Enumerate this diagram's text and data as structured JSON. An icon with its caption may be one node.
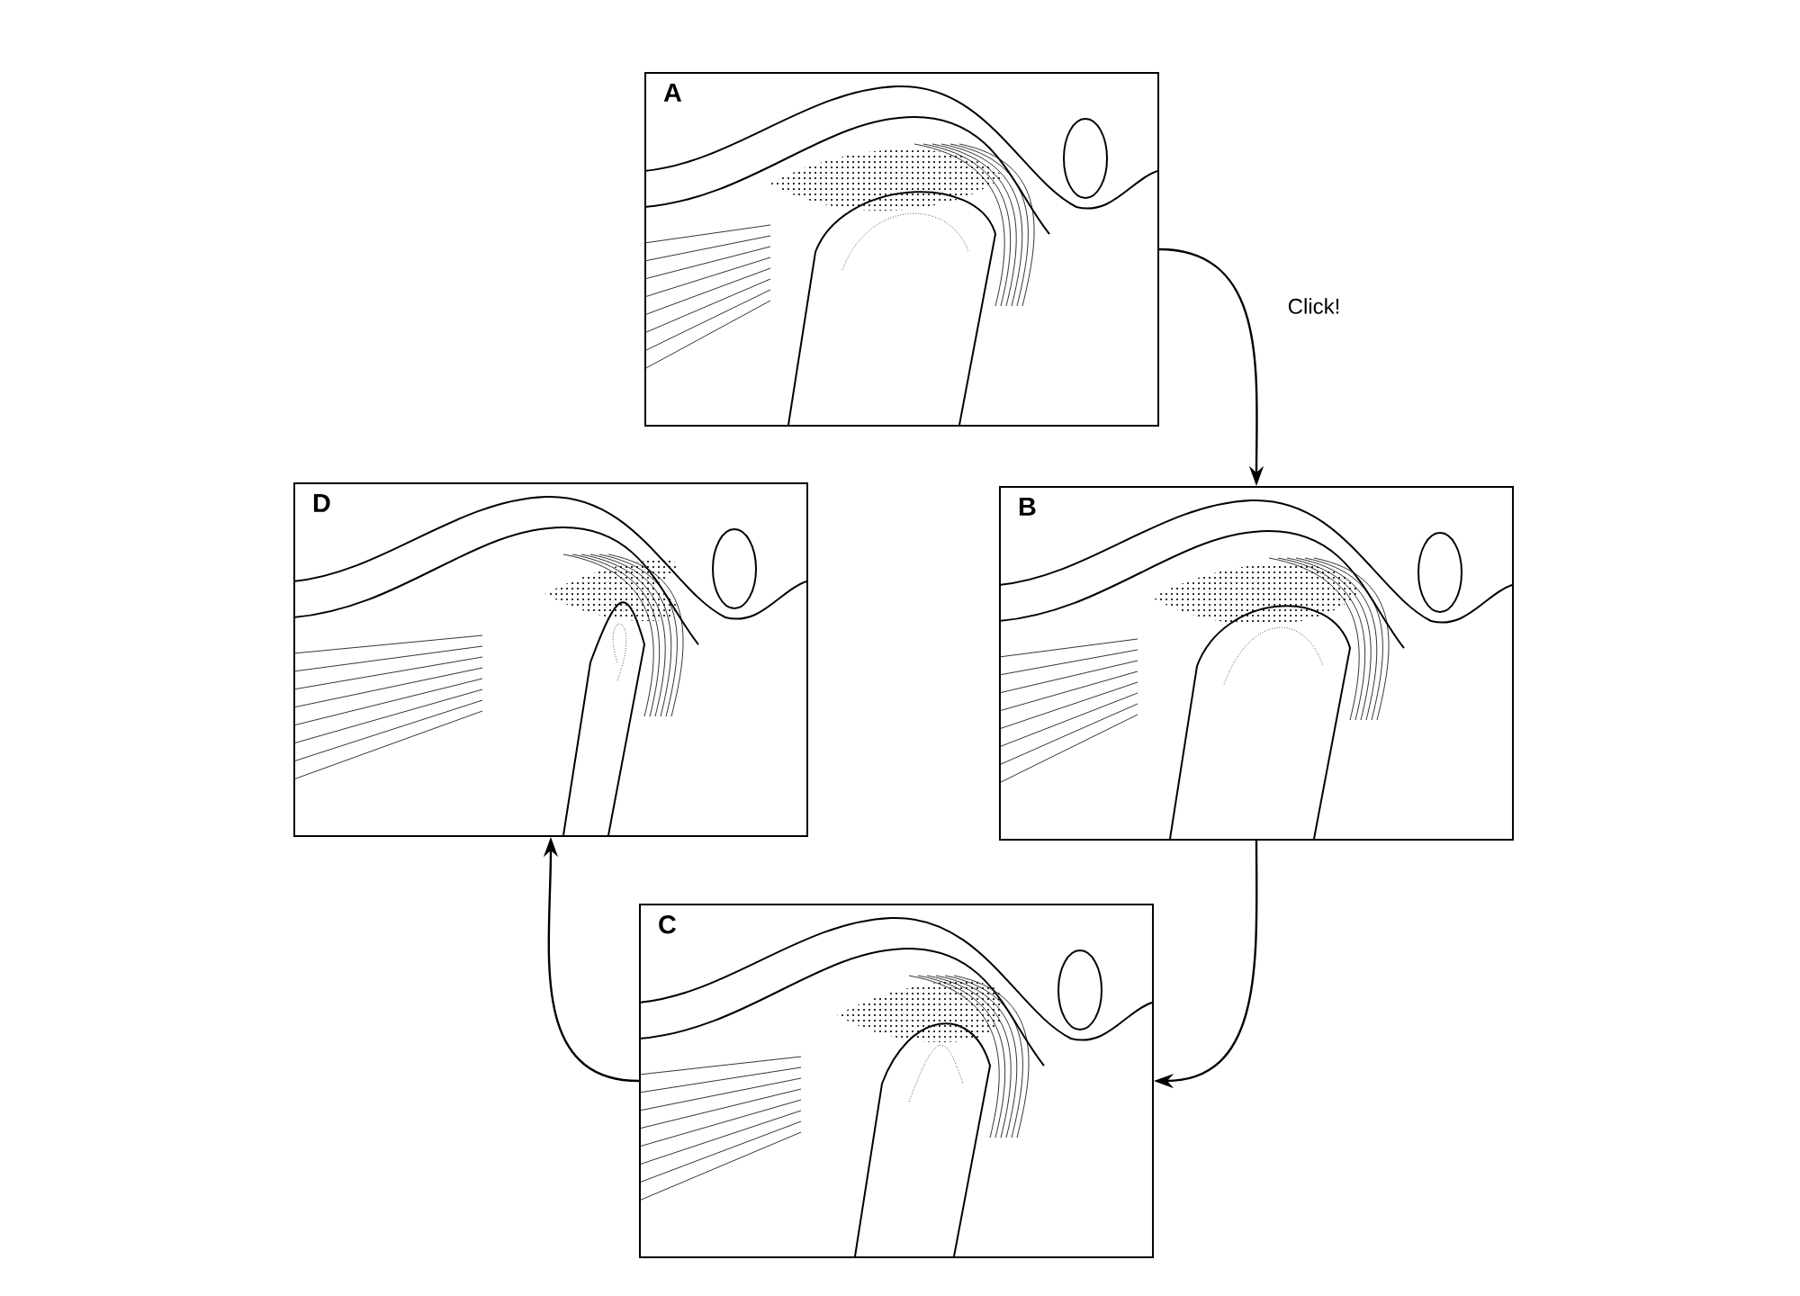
{
  "diagram": {
    "nodes": [
      {
        "text": [
          "A"
        ]
      },
      {
        "text": [
          "B"
        ]
      },
      {
        "text": [
          "C"
        ]
      },
      {
        "text": [
          "D"
        ]
      }
    ],
    "edges": [
      {
        "from": 0,
        "to": 1,
        "arrow": "to",
        "label": "Click!"
      },
      {
        "from": 1,
        "to": 2,
        "arrow": "to"
      },
      {
        "from": 2,
        "to": 3,
        "arrow": "to"
      }
    ]
  }
}
